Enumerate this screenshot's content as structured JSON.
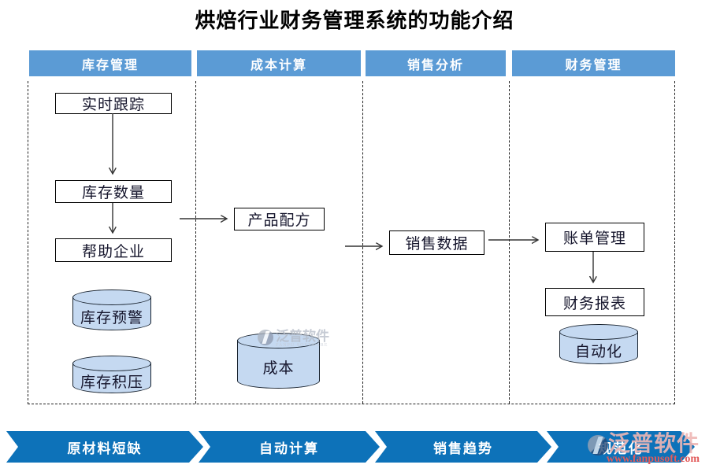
{
  "title": "烘焙行业财务管理系统的功能介绍",
  "columns": {
    "inventory": {
      "header": "库存管理"
    },
    "cost": {
      "header": "成本计算"
    },
    "sales": {
      "header": "销售分析"
    },
    "finance": {
      "header": "财务管理"
    }
  },
  "nodes": {
    "realtime_tracking": "实时跟踪",
    "inventory_quantity": "库存数量",
    "help_enterprise": "帮助企业",
    "inventory_warning": "库存预警",
    "inventory_backlog": "库存积压",
    "product_formula": "产品配方",
    "cost_db": "成本",
    "sales_data": "销售数据",
    "bill_management": "账单管理",
    "financial_report": "财务报表",
    "automation": "自动化"
  },
  "banner": {
    "steps": [
      "原材料短缺",
      "自动计算",
      "销售趋势",
      "规范化"
    ]
  },
  "watermarks": {
    "center": {
      "brand": "泛普软件",
      "sub": "FANPU SOFTWARE"
    },
    "corner": {
      "brand": "泛普软件",
      "url": "www.fanpusoft.com"
    }
  },
  "colors": {
    "header_blue": "#5B9BD5",
    "banner_blue": "#0D72B9",
    "cylinder_fill": "#C5D9F1"
  }
}
